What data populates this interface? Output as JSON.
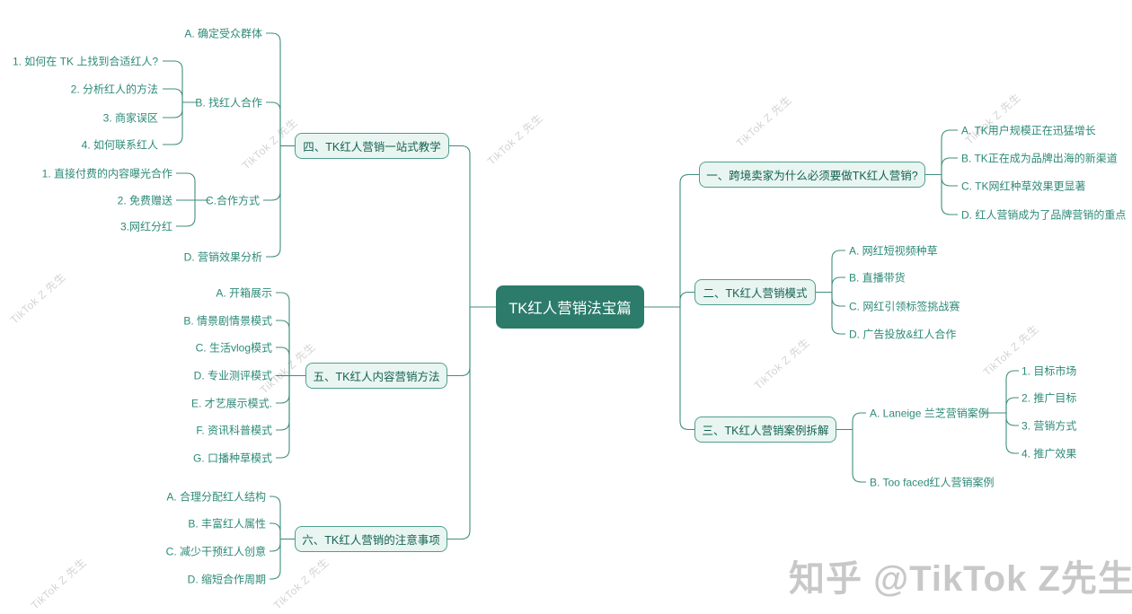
{
  "central": {
    "label": "TK红人营销法宝篇"
  },
  "right": [
    {
      "label": "一、跨境卖家为什么必须要做TK红人营销?",
      "items": [
        "A. TK用户规模正在迅猛增长",
        "B. TK正在成为品牌出海的新渠道",
        "C. TK网红种草效果更显著",
        "D. 红人营销成为了品牌营销的重点"
      ]
    },
    {
      "label": "二、TK红人营销模式",
      "items": [
        "A. 网红短视频种草",
        "B. 直播带货",
        "C. 网红引领标签挑战赛",
        "D. 广告投放&红人合作"
      ]
    },
    {
      "label": "三、TK红人营销案例拆解",
      "case_a": {
        "label": "A. Laneige 兰芝营销案例",
        "items": [
          "1. 目标市场",
          "2. 推广目标",
          "3. 营销方式",
          "4. 推广效果"
        ]
      },
      "case_b": {
        "label": "B. Too faced红人营销案例"
      }
    }
  ],
  "left": [
    {
      "label": "四、TK红人营销一站式教学",
      "a": {
        "label": "A. 确定受众群体"
      },
      "b": {
        "label": "B. 找红人合作",
        "items": [
          "1. 如何在 TK 上找到合适红人?",
          "2. 分析红人的方法",
          "3. 商家误区",
          "4. 如何联系红人"
        ]
      },
      "c": {
        "label": "C.合作方式",
        "items": [
          "1. 直接付费的内容曝光合作",
          "2. 免费赠送",
          "3.网红分红"
        ]
      },
      "d": {
        "label": "D. 营销效果分析"
      }
    },
    {
      "label": "五、TK红人内容营销方法",
      "items": [
        "A. 开箱展示",
        "B. 情景剧情景模式",
        "C. 生活vlog模式",
        "D. 专业测评模式",
        "E. 才艺展示模式.",
        "F. 资讯科普模式",
        "G. 口播种草模式"
      ]
    },
    {
      "label": "六、TK红人营销的注意事项",
      "items": [
        "A. 合理分配红人结构",
        "B. 丰富红人属性",
        "C. 减少干预红人创意",
        "D. 缩短合作周期"
      ]
    }
  ],
  "watermark": {
    "tile_text": "TikTok Z 先生",
    "credit": "知乎 @TikTok Z先生"
  },
  "colors": {
    "central_bg": "#2c7b6b",
    "line": "#418e7e",
    "node_bg": "#e9f5f1",
    "node_border": "#4f9e8e",
    "node_text": "#156354",
    "leaf_text": "#2d8a78",
    "watermark_tile": "#d4d4d4",
    "watermark_credit": "#c8c8c8"
  }
}
